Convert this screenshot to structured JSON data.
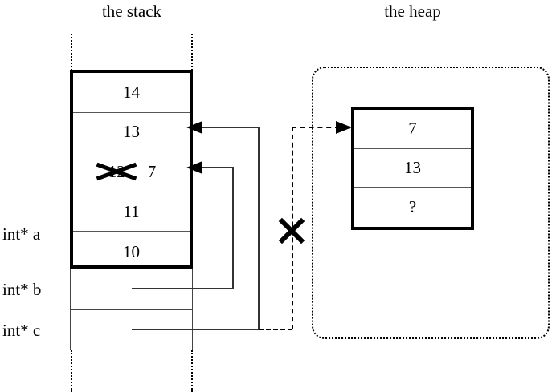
{
  "diagram": {
    "title_stack": "the stack",
    "title_heap": "the heap",
    "stack": {
      "frame_rows": [
        {
          "value": "14",
          "struck": false
        },
        {
          "value": "13",
          "struck": false
        },
        {
          "value": "12",
          "struck": true,
          "replacement": "7"
        },
        {
          "value": "11",
          "struck": false
        },
        {
          "value": "10",
          "struck": false
        }
      ],
      "pointer_labels": [
        "int* a",
        "int* b",
        "int* c"
      ],
      "pointer_cells": [
        "",
        ""
      ]
    },
    "heap": {
      "rows": [
        "7",
        "13",
        "?"
      ]
    },
    "annotations": {
      "invalid_mark": "x-cross",
      "struck_mark": "x-cross"
    },
    "colors": {
      "ink": "#000000",
      "paper": "#ffffff",
      "rule": "#555555"
    }
  }
}
